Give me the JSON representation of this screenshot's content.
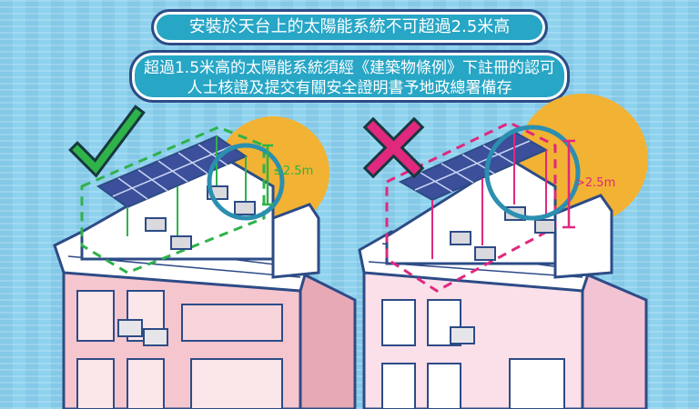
{
  "header": {
    "title": "安裝於天台上的太陽能系統不可超過2.5米高",
    "note_line1": "超過1.5米高的太陽能系統須經《建築物條例》下註冊的認可",
    "note_line2": "人士核證及提交有關安全證明書予地政總署備存"
  },
  "panels": {
    "allowed_label": "≤2.5m",
    "disallowed_label": ">2.5m"
  },
  "colors": {
    "pill": "#27a6c6",
    "pill_border": "#2d4b86",
    "sky": "#8ed2ee",
    "sun": "#f2b233",
    "check": "#2fb24a",
    "cross": "#e0287e",
    "building_left": "#f6c6cf",
    "building_right": "#fbe0ea"
  }
}
